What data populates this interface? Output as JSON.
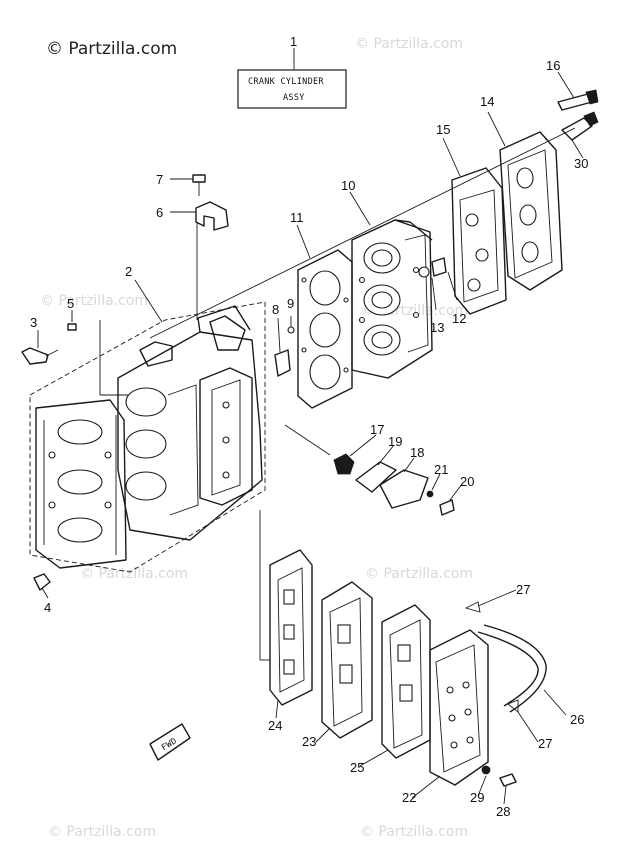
{
  "copyright": "© Partzilla.com",
  "watermark": "© Partzilla.com",
  "title_box": {
    "line1": "CRANK CYLINDER",
    "line2": "ASSY"
  },
  "fwd_tag": "FWD",
  "labels": [
    "1",
    "2",
    "3",
    "4",
    "5",
    "6",
    "7",
    "8",
    "9",
    "10",
    "11",
    "12",
    "13",
    "14",
    "15",
    "16",
    "17",
    "18",
    "19",
    "20",
    "21",
    "22",
    "23",
    "24",
    "25",
    "26",
    "27",
    "27",
    "28",
    "29",
    "30"
  ]
}
